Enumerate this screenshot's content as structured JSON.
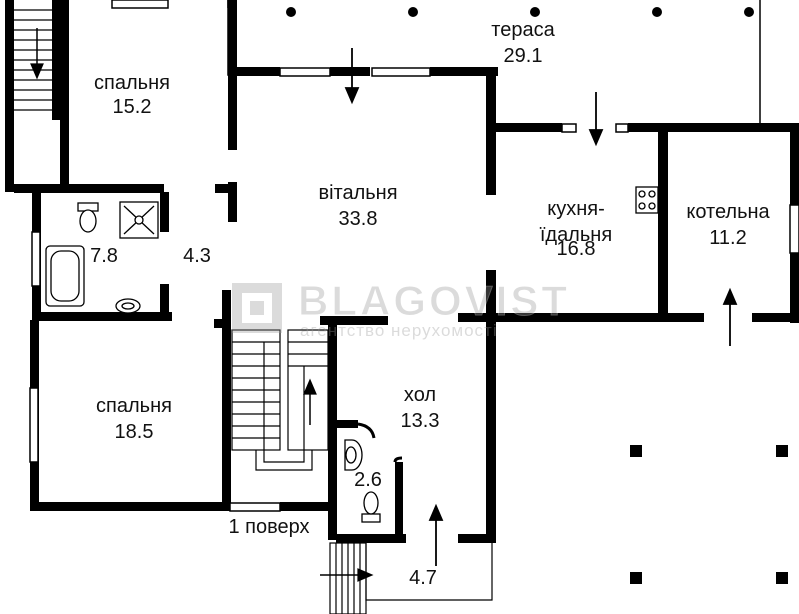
{
  "plan": {
    "rooms": [
      {
        "name": "спальня",
        "area": "15.2"
      },
      {
        "name": "вітальня",
        "area": "33.8"
      },
      {
        "name": "тераса",
        "area": "29.1"
      },
      {
        "name": "кухня-\nїдальня",
        "area": "16.8"
      },
      {
        "name": "котельна",
        "area": "11.2"
      },
      {
        "name": "",
        "area": "7.8"
      },
      {
        "name": "",
        "area": "4.3"
      },
      {
        "name": "спальня",
        "area": "18.5"
      },
      {
        "name": "хол",
        "area": "13.3"
      },
      {
        "name": "",
        "area": "2.6"
      },
      {
        "name": "",
        "area": "4.7"
      }
    ],
    "floor_label": "1 поверх"
  },
  "watermark": {
    "brand": "BLAGOVIST",
    "tagline": "агентство нерухомості"
  },
  "colors": {
    "wall": "#000000",
    "line": "#000000",
    "background": "#ffffff",
    "watermark": "#9a9a9a"
  }
}
